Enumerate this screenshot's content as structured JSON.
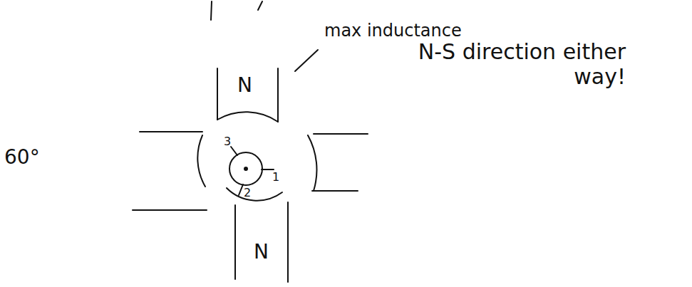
{
  "diagram": {
    "labels": [
      "max inductance",
      "N-S direction either way!",
      "60°",
      "N",
      "3",
      "1",
      "2",
      "N"
    ]
  }
}
